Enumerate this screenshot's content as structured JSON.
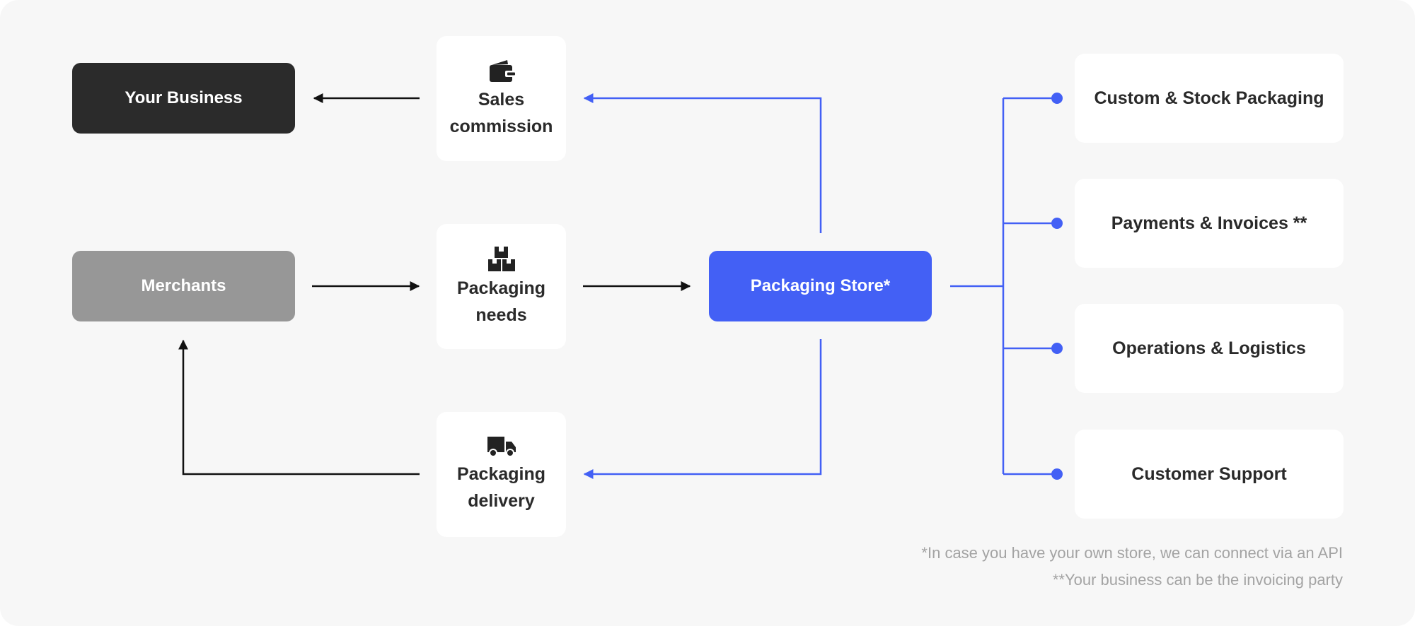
{
  "diagram": {
    "nodes": {
      "your_business": "Your Business",
      "merchants": "Merchants",
      "packaging_store": "Packaging Store*",
      "sales_commission": {
        "line1": "Sales",
        "line2": "commission",
        "icon": "wallet-icon"
      },
      "packaging_needs": {
        "line1": "Packaging",
        "line2": "needs",
        "icon": "boxes-icon"
      },
      "packaging_delivery": {
        "line1": "Packaging",
        "line2": "delivery",
        "icon": "truck-icon"
      }
    },
    "services": [
      "Custom & Stock Packaging",
      "Payments & Invoices **",
      "Operations & Logistics",
      "Customer Support"
    ],
    "footnotes": [
      "*In case you have your own store, we can connect via an API",
      "**Your business can be the invoicing party"
    ],
    "colors": {
      "accent_blue": "#4360f5",
      "dark_box": "#2b2b2b",
      "grey_box": "#979797",
      "background": "#f7f7f7",
      "arrow_black": "#111111"
    }
  }
}
